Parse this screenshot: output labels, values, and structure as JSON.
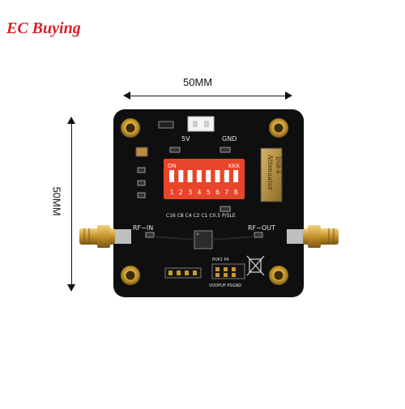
{
  "brand": "EC Buying",
  "dimensions": {
    "width_label": "50MM",
    "height_label": "50MM"
  },
  "board": {
    "top_labels": {
      "power_pos": "5V",
      "power_gnd": "GND"
    },
    "dip_switch": {
      "on_label": "ON",
      "brand_label": "KKK",
      "numbers": [
        "1",
        "2",
        "3",
        "4",
        "5",
        "6",
        "7",
        "8"
      ]
    },
    "bit_labels": "C16 C8 C4 C2 C1 C0.5 P/SLE",
    "rf_in": "RF−IN",
    "rf_out": "RF−OUT",
    "chip_label": "Attenuator",
    "chip_sub": "DS8-6",
    "header_labels": "VDDPUP PSGND",
    "header_top": "PUP2 P4",
    "colors": {
      "pcb": "#0f0f0f",
      "dip": "#e8452a",
      "gold": "#c99a2c",
      "silk": "#e6e6e6"
    }
  }
}
